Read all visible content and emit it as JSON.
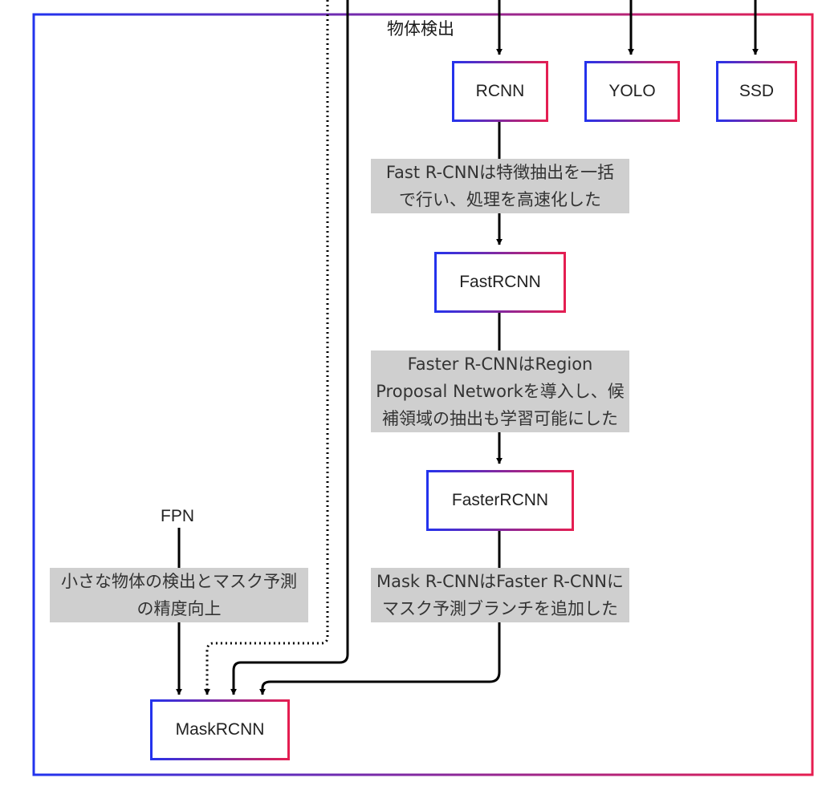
{
  "cluster": {
    "label": "物体検出"
  },
  "nodes": {
    "rcnn": "RCNN",
    "yolo": "YOLO",
    "ssd": "SSD",
    "fast_rcnn": "FastRCNN",
    "faster_rcnn": "FasterRCNN",
    "mask_rcnn": "MaskRCNN",
    "fpn": "FPN"
  },
  "edge_labels": {
    "rcnn_to_fast": "Fast R-CNNは特徴抽出を一括\nで行い、処理を高速化した",
    "fast_to_faster": "Faster R-CNNはRegion\nProposal Networkを導入し、候\n補領域の抽出も学習可能にした",
    "faster_to_mask": "Mask R-CNNはFaster R-CNNに\nマスク予測ブランチを追加した",
    "fpn_to_mask": "小さな物体の検出とマスク予測\nの精度向上"
  },
  "colors": {
    "gradient_start": "#2233ee",
    "gradient_end": "#e61e50",
    "edge_label_bg": "#cfcfcf",
    "edge": "#000000"
  }
}
